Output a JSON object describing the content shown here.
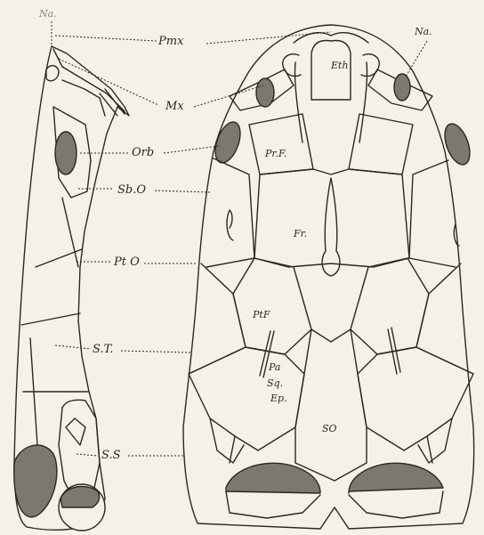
{
  "labels": {
    "na_left": "Na.",
    "na_right": "Na.",
    "pmx": "Pmx",
    "mx": "Mx",
    "eth": "Eth",
    "orb": "Orb",
    "prf": "Pr.F.",
    "sbo": "Sb.O",
    "fr": "Fr.",
    "pto": "Pt O",
    "ptf": "PtF",
    "st": "S.T.",
    "pa": "Pa",
    "sq": "Sq.",
    "ep": "Ep.",
    "so": "SO",
    "ss": "S.S"
  },
  "colors": {
    "ink": "#2b2721",
    "paper": "#f4f1ea",
    "shade": "#7c776f"
  }
}
